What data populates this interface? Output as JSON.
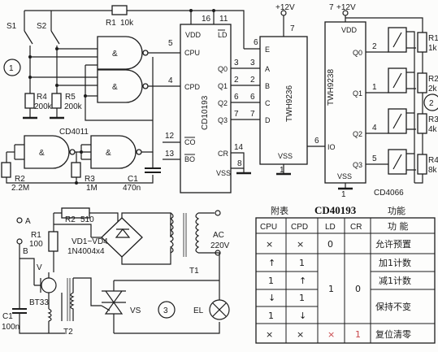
{
  "circuit1": {
    "switches": [
      "S1",
      "S2"
    ],
    "r1": {
      "ref": "R1",
      "value": "10k"
    },
    "r4": {
      "ref": "R4",
      "value": "200k"
    },
    "r5": {
      "ref": "R5",
      "value": "200k"
    },
    "r2": {
      "ref": "R2",
      "value": "2.2M"
    },
    "r3": {
      "ref": "R3",
      "value": "1M"
    },
    "c1": {
      "ref": "C1",
      "value": "470n"
    },
    "gate_chip": "CD4011",
    "gate_symbol": "&",
    "marker": "1",
    "counter": {
      "name": "CD10193",
      "pins": {
        "vdd": "VDD",
        "ld": "LD",
        "cpu": "CPU",
        "cpd": "CPD",
        "co": "CO",
        "bo": "BO",
        "q0": "Q0",
        "q1": "Q1",
        "q2": "Q2",
        "q3": "Q3",
        "cr": "CR",
        "vss": "VSS"
      },
      "pin_numbers": {
        "vdd": "16",
        "ld": "11",
        "cpu": "5",
        "cpd": "4",
        "co": "12",
        "bo": "13",
        "q0": "3",
        "q1": "2",
        "q2": "6",
        "q3": "7",
        "cr": "14",
        "vss": "8"
      }
    },
    "decoder": {
      "name": "TWH9236",
      "supply": "+12V",
      "pins": {
        "e": "E",
        "a": "A",
        "b": "B",
        "c": "C",
        "d": "D",
        "vss": "VSS"
      },
      "pin_numbers": {
        "e": "6",
        "vcc": "7",
        "a": "3",
        "b": "2",
        "c": "6",
        "d": "7",
        "vss": "1"
      }
    }
  },
  "circuit2": {
    "chip": {
      "name": "TWH9238",
      "supply": "+12V",
      "pins": {
        "vdd": "VDD",
        "io": "IO",
        "q0": "Q0",
        "q1": "Q1",
        "q2": "Q2",
        "q3": "Q3",
        "vss": "VSS"
      },
      "pin_numbers": {
        "vdd": "7",
        "io": "6",
        "q0": "2",
        "q1": "1",
        "q2": "4",
        "q3": "5",
        "vss": "1"
      }
    },
    "switch_chip": "CD4066",
    "resistors": [
      {
        "ref": "R1",
        "value": "1k"
      },
      {
        "ref": "R2",
        "value": "2k"
      },
      {
        "ref": "R3",
        "value": "4k"
      },
      {
        "ref": "R4",
        "value": "8k"
      }
    ],
    "marker": "2"
  },
  "circuit3": {
    "terminal_a": "A",
    "terminal_b": "B",
    "r1": {
      "ref": "R1",
      "value": "100"
    },
    "r2": {
      "ref": "R2",
      "value": "510"
    },
    "bridge": {
      "ref": "VD1~VD4",
      "part": "1N4004x4"
    },
    "transistor": {
      "ref": "V",
      "part": "BT33"
    },
    "cap": {
      "ref": "C1",
      "value": "100n"
    },
    "t1": "T1",
    "t2": "T2",
    "triac": "VS",
    "supply": {
      "ac": "AC",
      "volts": "220V"
    },
    "lamp": "EL",
    "marker": "3"
  },
  "table": {
    "title": "附表",
    "chip": "CD40193",
    "subtitle": "功能",
    "headers": [
      "CPU",
      "CPD",
      "LD",
      "CR",
      "功  能"
    ],
    "rows": [
      {
        "cpu": "×",
        "cpd": "×",
        "ld": "0",
        "cr": "",
        "func": "允许预置"
      },
      {
        "cpu": "↑",
        "cpd": "1",
        "ld": "",
        "cr": "",
        "func": "加1计数"
      },
      {
        "cpu": "1",
        "cpd": "↑",
        "ld": "",
        "cr": "",
        "func": "减1计数"
      },
      {
        "cpu": "↓",
        "cpd": "1",
        "ld": "",
        "cr": "",
        "func": "保持不变"
      },
      {
        "cpu": "1",
        "cpd": "↓",
        "ld": "",
        "cr": "",
        "func": ""
      },
      {
        "cpu": "×",
        "cpd": "×",
        "ld": "×",
        "cr": "1",
        "func": "复位清零"
      }
    ],
    "merged_ld": "1",
    "merged_cr": "0",
    "x_red_color": "#c8464a"
  }
}
